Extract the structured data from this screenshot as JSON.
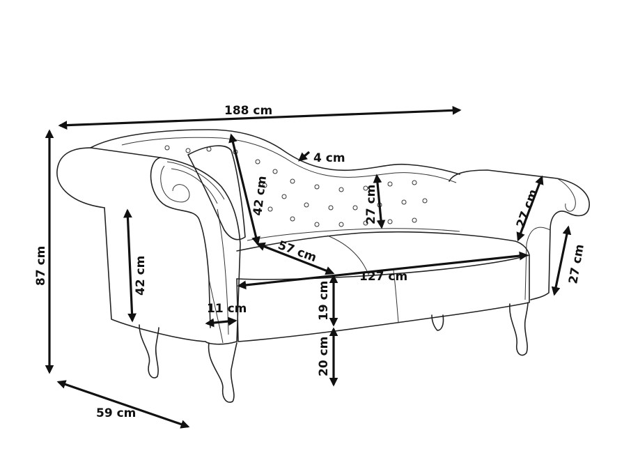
{
  "dimensions": {
    "overall_width": "188 cm",
    "overall_height": "87 cm",
    "overall_depth": "59 cm",
    "backrest_height": "42 cm",
    "frame_thickness": "4 cm",
    "backrest_low_height": "27 cm",
    "arm_front_height": "42 cm",
    "seat_depth": "57 cm",
    "seat_width": "127 cm",
    "arm_width": "11 cm",
    "seat_thickness": "19 cm",
    "leg_height": "20 cm",
    "right_arm_width": "27 cm",
    "right_arm_height": "27 cm"
  }
}
